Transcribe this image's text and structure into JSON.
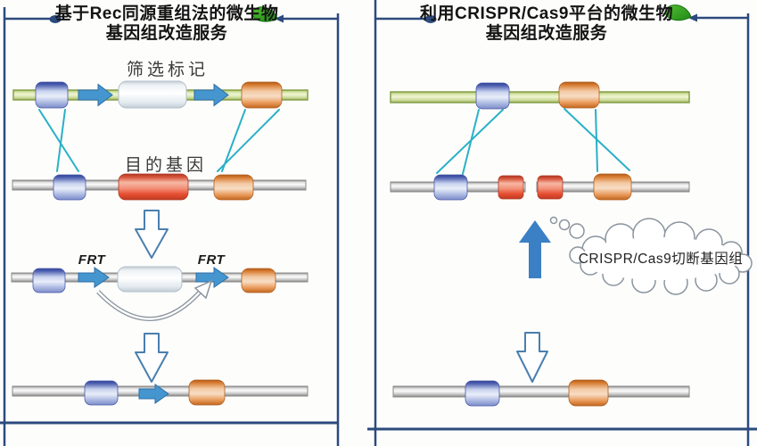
{
  "left_panel": {
    "title_line1": "基于Rec同源重组法的微生物",
    "title_line2": "基因组改造服务",
    "selection_marker_label": "筛选标记",
    "target_gene_label": "目的基因",
    "frt_site_left": "FRT",
    "frt_site_right": "FRT"
  },
  "right_panel": {
    "title_line1": "利用CRISPR/Cas9平台的微生物",
    "title_line2": "基因组改造服务",
    "cut_annotation": "CRISPR/Cas9切断基因组"
  },
  "icons": {
    "left_title_leaf": "leaf-icon",
    "right_title_leaf": "leaf-icon",
    "thought_bubble": "thought-cloud-icon"
  },
  "colors": {
    "frame_blue": "#2d4a7d",
    "crossover_teal": "#2ab0c7",
    "promoter_arrow_blue": "#4596cf",
    "up_arrow_blue": "#3b7fc4",
    "hollow_arrow_stroke": "#4a7fae",
    "plasmid_green_bar": "#dce9ae",
    "genome_gray_bar": "#c9c9c9",
    "homology_blue": "#5d6fb9",
    "homology_orange": "#e08448",
    "target_gene_red": "#e84e33",
    "leaf_green": "#2f9e23"
  }
}
